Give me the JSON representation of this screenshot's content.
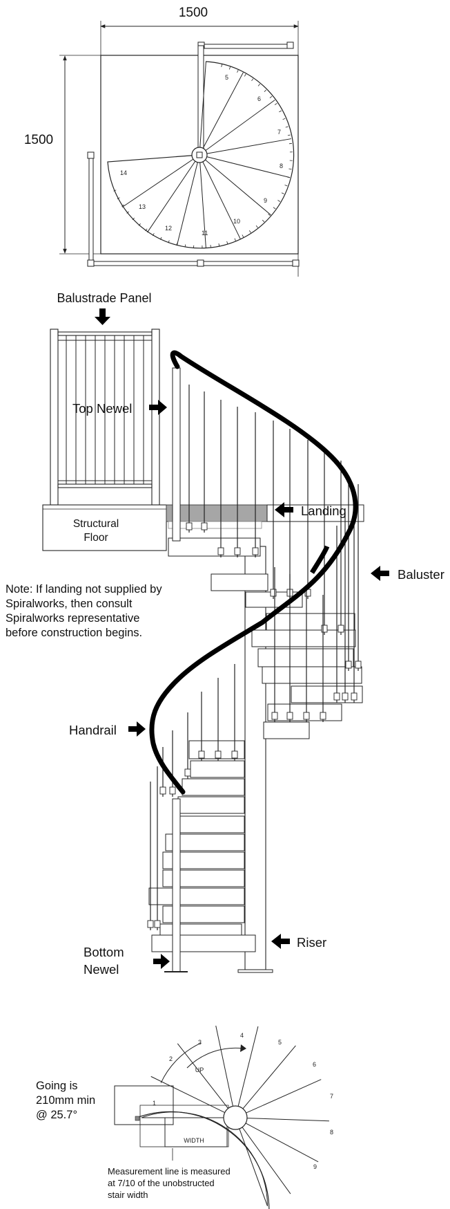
{
  "plan_view": {
    "dimension_width": "1500",
    "dimension_height": "1500",
    "step_numbers": [
      "5",
      "6",
      "7",
      "8",
      "9",
      "10",
      "11",
      "12",
      "13",
      "14"
    ]
  },
  "elevation": {
    "balustrade_panel": "Balustrade Panel",
    "top_newel": "Top Newel",
    "structural_floor": "Structural\nFloor",
    "landing": "Landing",
    "baluster": "Baluster",
    "note": "Note: If landing not supplied by\nSpiralworks, then consult\nSpiralworks representative\nbefore construction begins.",
    "handrail": "Handrail",
    "riser": "Riser",
    "bottom_newel": "Bottom\nNewel"
  },
  "going_diagram": {
    "going_note": "Going  is\n210mm min\n@ 25.7°",
    "up_label": "UP",
    "width_label": "WIDTH",
    "measurement_note": "Measurement line is measured\nat 7/10 of the unobstructed\nstair width",
    "step_numbers": [
      "1",
      "2",
      "3",
      "4",
      "5",
      "6",
      "7",
      "8",
      "9"
    ]
  },
  "colors": {
    "line": "#222222",
    "handrail": "#000000",
    "landing_fill": "#a6a6a6",
    "arrow": "#000000"
  }
}
